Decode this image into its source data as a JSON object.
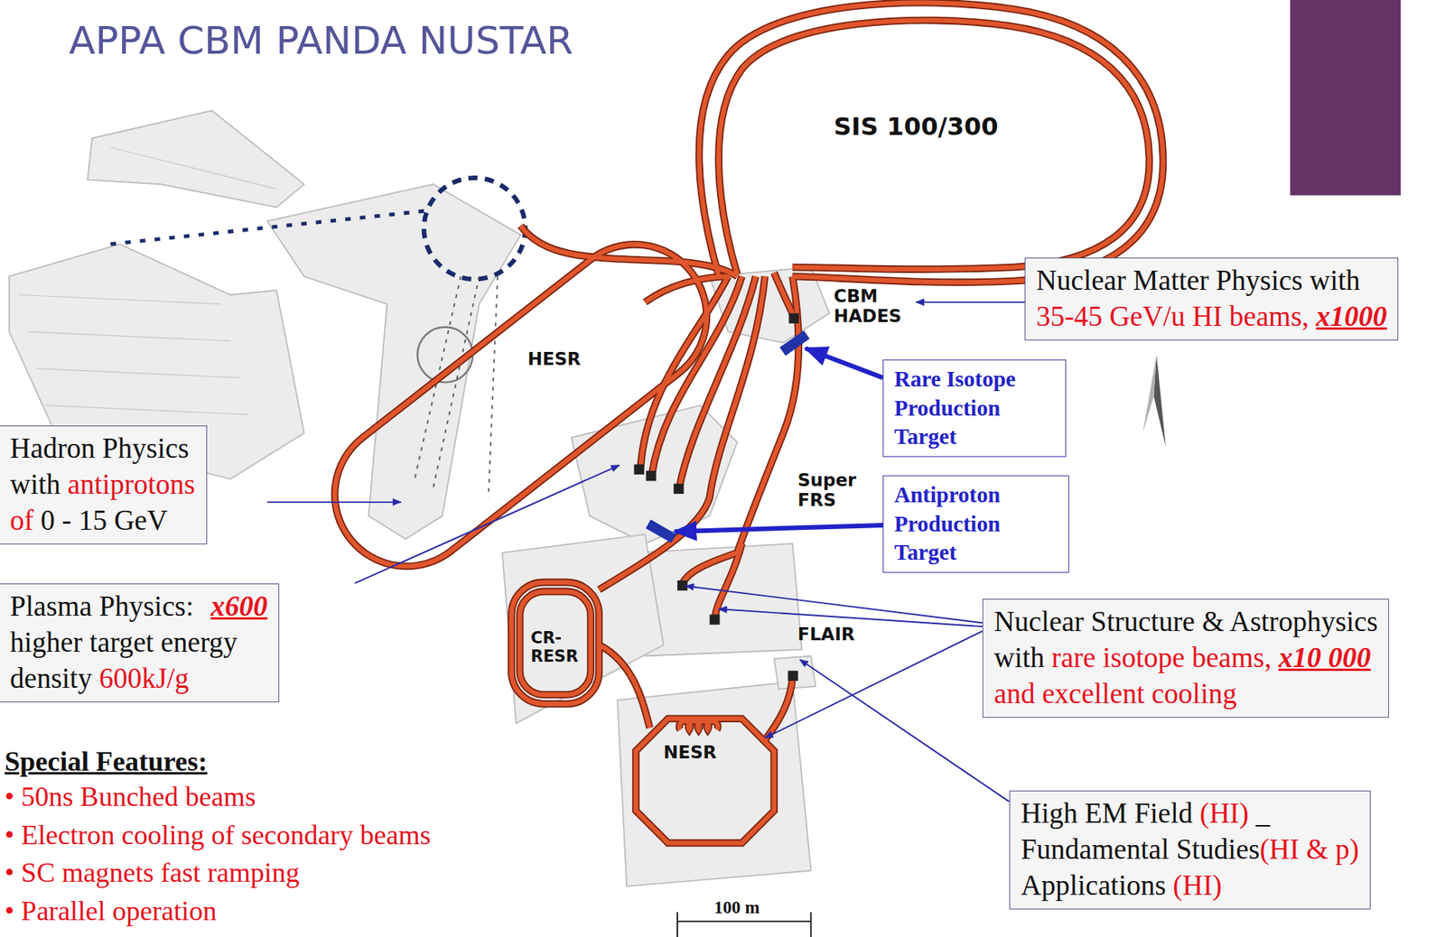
{
  "diagram": {
    "title": "APPA CBM PANDA NUSTAR",
    "nodes": [
      {
        "text": [
          "Nuclear Matter Physics with",
          "35-45 GeV/u HI beams,",
          "x1000"
        ]
      },
      {
        "text": [
          "Rare Isotope Production Target"
        ]
      },
      {
        "text": [
          "Antiproton Production Target"
        ]
      },
      {
        "text": [
          "Hadron Physics",
          "with",
          "antiprotons",
          "of",
          "0 - 15 GeV"
        ]
      },
      {
        "text": [
          "Plasma Physics:",
          "x600",
          "higher target energy",
          "density",
          "600kJ/g"
        ]
      },
      {
        "text": [
          "Nuclear Structure & Astrophysics",
          "with",
          "rare isotope beams,",
          "x10 000",
          "and excellent cooling"
        ]
      },
      {
        "text": [
          "High EM Field",
          "(HI)",
          "_",
          "Fundamental Studies",
          "(HI & p)",
          "Applications",
          "(HI)"
        ]
      }
    ],
    "labels": [
      "SIS 100/300",
      "CBM HADES",
      "HESR",
      "Super FRS",
      "CR- RESR",
      "FLAIR",
      "NESR",
      "100 m",
      "Special Features:",
      "• 50ns Bunched beams",
      "• Electron cooling of secondary beams",
      "• SC magnets fast ramping",
      "• Parallel operation"
    ]
  }
}
